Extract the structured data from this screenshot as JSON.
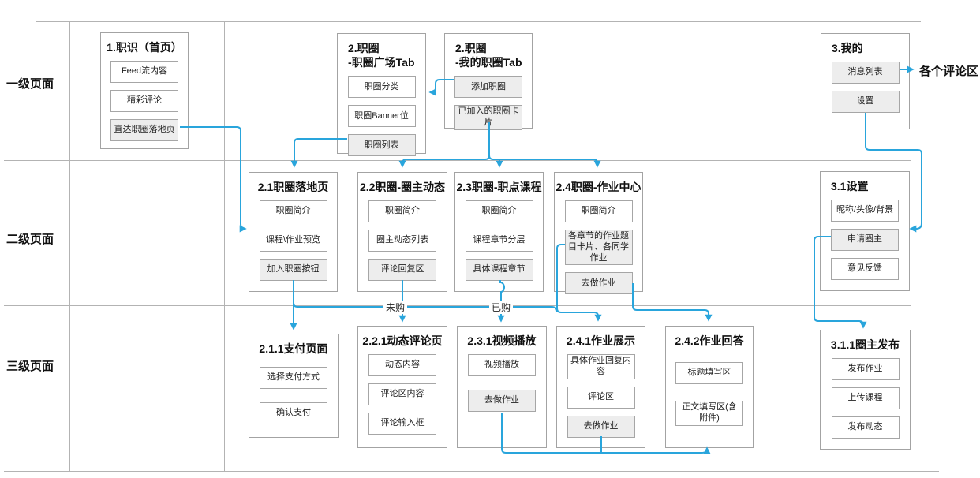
{
  "colors": {
    "accent_blue": "#29A5DC",
    "grid_line": "#b3b3b3",
    "box_border": "#a3a3a3",
    "item_border": "#a6a6a6",
    "item_fill_gray": "#ededed"
  },
  "rows": [
    {
      "label": "一级页面"
    },
    {
      "label": "二级页面"
    },
    {
      "label": "三级页面"
    }
  ],
  "annotations": {
    "not_purchased": "未购",
    "purchased": "已购",
    "comment_areas_note": "各个评论区"
  },
  "boxes": [
    {
      "id": "1",
      "title": "1.职识（首页）",
      "items": [
        {
          "label": "Feed流内容",
          "filled": false
        },
        {
          "label": "精彩评论",
          "filled": false
        },
        {
          "label": "直达职圈落地页",
          "filled": true
        }
      ]
    },
    {
      "id": "2-plaza",
      "title": "2.职圈\n-职圈广场Tab",
      "items": [
        {
          "label": "职圈分类",
          "filled": false
        },
        {
          "label": "职圈Banner位",
          "filled": false
        },
        {
          "label": "职圈列表",
          "filled": true
        }
      ]
    },
    {
      "id": "2-mine",
      "title": "2.职圈\n-我的职圈Tab",
      "items": [
        {
          "label": "添加职圈",
          "filled": true
        },
        {
          "label": "已加入的职圈卡片",
          "filled": true
        }
      ]
    },
    {
      "id": "3",
      "title": "3.我的",
      "items": [
        {
          "label": "消息列表",
          "filled": true
        },
        {
          "label": "设置",
          "filled": true
        }
      ]
    },
    {
      "id": "2.1",
      "title": "2.1职圈落地页",
      "items": [
        {
          "label": "职圈简介",
          "filled": false
        },
        {
          "label": "课程\\作业预览",
          "filled": false
        },
        {
          "label": "加入职圈按钮",
          "filled": true
        }
      ]
    },
    {
      "id": "2.2",
      "title": "2.2职圈-圈主动态",
      "items": [
        {
          "label": "职圈简介",
          "filled": false
        },
        {
          "label": "圈主动态列表",
          "filled": false
        },
        {
          "label": "评论回复区",
          "filled": true
        }
      ]
    },
    {
      "id": "2.3",
      "title": "2.3职圈-职点课程",
      "items": [
        {
          "label": "职圈简介",
          "filled": false
        },
        {
          "label": "课程章节分层",
          "filled": false
        },
        {
          "label": "具体课程章节",
          "filled": true
        }
      ]
    },
    {
      "id": "2.4",
      "title": "2.4职圈-作业中心",
      "items": [
        {
          "label": "职圈简介",
          "filled": false
        },
        {
          "label": "各章节的作业题目卡片、各同学作业",
          "filled": true
        },
        {
          "label": "去做作业",
          "filled": true
        }
      ]
    },
    {
      "id": "3.1",
      "title": "3.1设置",
      "items": [
        {
          "label": "昵称/头像/背景",
          "filled": false
        },
        {
          "label": "申请圈主",
          "filled": true
        },
        {
          "label": "意见反馈",
          "filled": false
        }
      ]
    },
    {
      "id": "2.1.1",
      "title": "2.1.1支付页面",
      "items": [
        {
          "label": "选择支付方式",
          "filled": false
        },
        {
          "label": "确认支付",
          "filled": false
        }
      ]
    },
    {
      "id": "2.2.1",
      "title": "2.2.1动态评论页",
      "items": [
        {
          "label": "动态内容",
          "filled": false
        },
        {
          "label": "评论区内容",
          "filled": false
        },
        {
          "label": "评论输入框",
          "filled": false
        }
      ]
    },
    {
      "id": "2.3.1",
      "title": "2.3.1视频播放",
      "items": [
        {
          "label": "视频播放",
          "filled": false
        },
        {
          "label": "去做作业",
          "filled": true
        }
      ]
    },
    {
      "id": "2.4.1",
      "title": "2.4.1作业展示",
      "items": [
        {
          "label": "具体作业回复内容",
          "filled": false
        },
        {
          "label": "评论区",
          "filled": false
        },
        {
          "label": "去做作业",
          "filled": true
        }
      ]
    },
    {
      "id": "2.4.2",
      "title": "2.4.2作业回答",
      "items": [
        {
          "label": "标题填写区",
          "filled": false
        },
        {
          "label": "正文填写区(含附件)",
          "filled": false
        }
      ]
    },
    {
      "id": "3.1.1",
      "title": "3.1.1圈主发布",
      "items": [
        {
          "label": "发布作业",
          "filled": false
        },
        {
          "label": "上传课程",
          "filled": false
        },
        {
          "label": "发布动态",
          "filled": false
        }
      ]
    }
  ],
  "connections": [
    {
      "from": "消息列表",
      "to": "各个评论区"
    },
    {
      "from": "添加职圈",
      "to": "2.职圈-职圈广场Tab"
    },
    {
      "from": "直达职圈落地页",
      "to": "2.1职圈落地页"
    },
    {
      "from": "职圈列表",
      "to": "2.1职圈落地页"
    },
    {
      "from": "已加入的职圈卡片",
      "to": "2.2职圈-圈主动态"
    },
    {
      "from": "已加入的职圈卡片",
      "to": "2.3职圈-职点课程"
    },
    {
      "from": "已加入的职圈卡片",
      "to": "2.4职圈-作业中心"
    },
    {
      "from": "加入职圈按钮",
      "to": "2.1.1支付页面"
    },
    {
      "from": "具体课程章节",
      "to": "2.1.1支付页面",
      "label": "未购"
    },
    {
      "from": "具体课程章节",
      "to": "2.3.1视频播放",
      "label": "已购"
    },
    {
      "from": "评论回复区",
      "to": "2.2.1动态评论页"
    },
    {
      "from": "各章节的作业题目卡片、各同学作业",
      "to": "2.4.1作业展示"
    },
    {
      "from": "去做作业(2.4)",
      "to": "2.4.2作业回答"
    },
    {
      "from": "去做作业(2.3.1)",
      "to": "2.4.2作业回答"
    },
    {
      "from": "去做作业(2.4.1)",
      "to": "2.4.2作业回答"
    },
    {
      "from": "设置",
      "to": "申请圈主"
    },
    {
      "from": "申请圈主",
      "to": "3.1.1圈主发布"
    }
  ]
}
